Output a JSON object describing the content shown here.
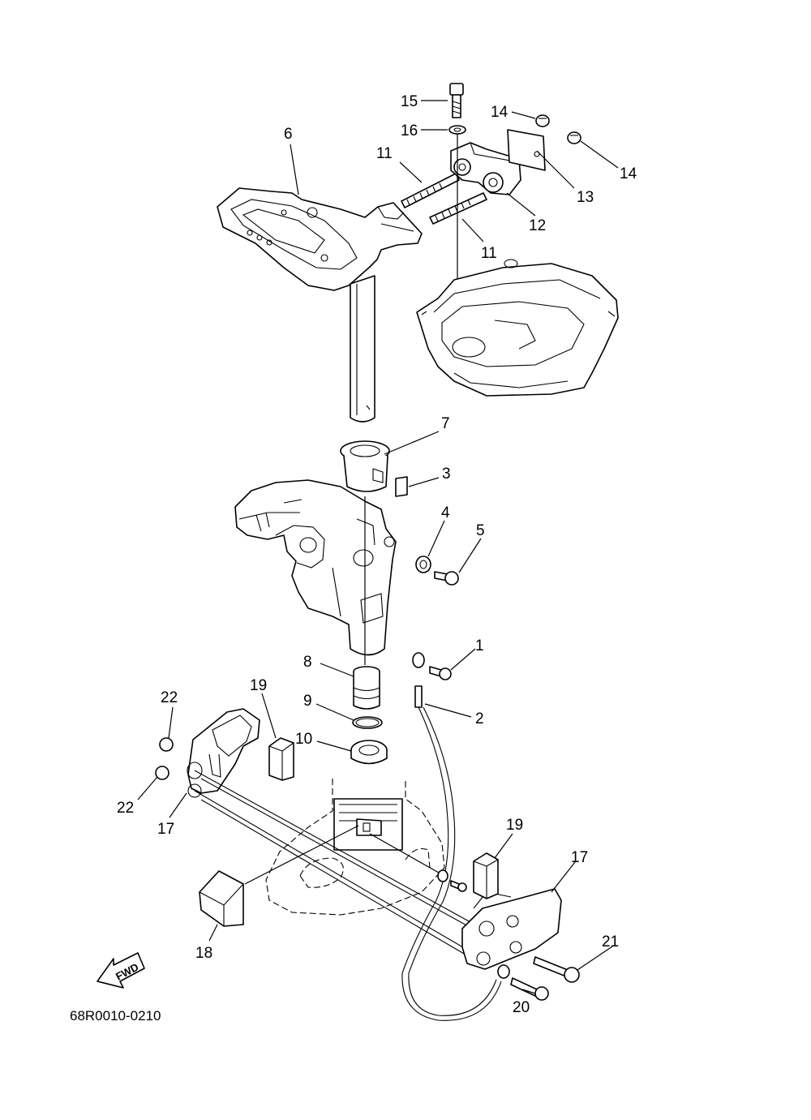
{
  "diagram": {
    "drawing_code": "68R0010-0210",
    "fwd_label": "FWD",
    "callouts": {
      "c1": "1",
      "c2": "2",
      "c3": "3",
      "c4": "4",
      "c5": "5",
      "c6": "6",
      "c7": "7",
      "c8": "8",
      "c9": "9",
      "c10": "10",
      "c11a": "11",
      "c11b": "11",
      "c12": "12",
      "c13": "13",
      "c14a": "14",
      "c14b": "14",
      "c15": "15",
      "c16": "16",
      "c17a": "17",
      "c17b": "17",
      "c18": "18",
      "c19a": "19",
      "c19b": "19",
      "c20": "20",
      "c21": "21",
      "c22a": "22",
      "c22b": "22"
    }
  }
}
